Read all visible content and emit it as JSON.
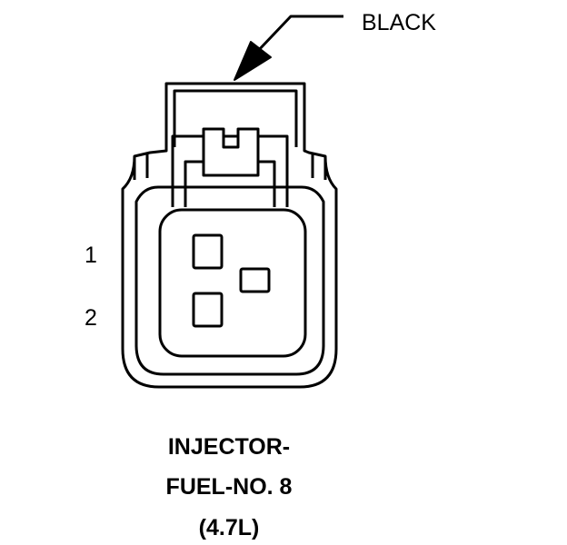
{
  "callout": {
    "label": "BLACK"
  },
  "pins": [
    {
      "label": "1"
    },
    {
      "label": "2"
    }
  ],
  "caption": {
    "line1": "INJECTOR-",
    "line2": "FUEL-NO. 8",
    "line3": "(4.7L)"
  },
  "colors": {
    "ink": "#000000",
    "background": "#ffffff"
  }
}
